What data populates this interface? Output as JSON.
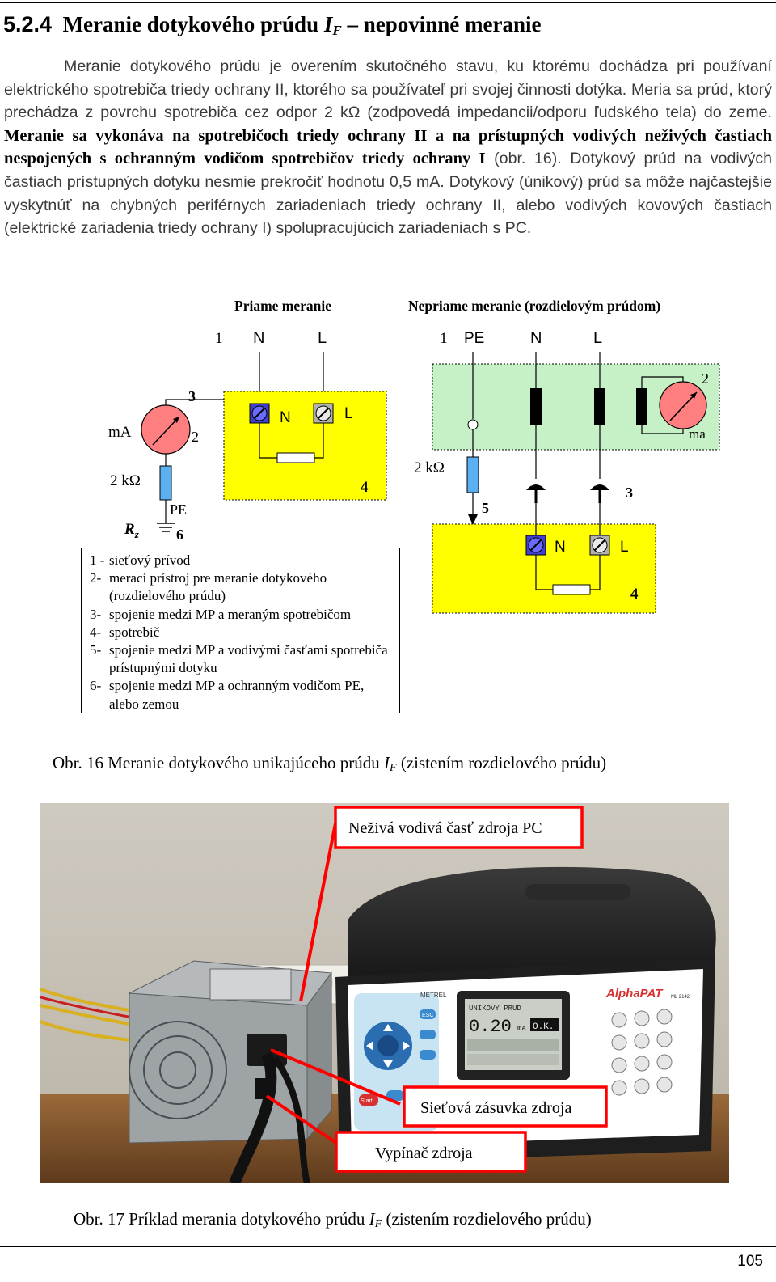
{
  "heading": {
    "number": "5.2.4",
    "text": "Meranie dotykového prúdu",
    "symbol": "I",
    "symbol_sub": "F",
    "tail": "– nepovinné meranie"
  },
  "paragraph": {
    "p1": "Meranie dotykového prúdu je overením skutočného stavu, ku ktorému dochádza pri používaní elektrického spotrebiča triedy ochrany II, ktorého sa používateľ pri svojej činnosti dotýka. Meria sa prúd, ktorý prechádza z povrchu spotrebiča cez odpor 2 kΩ (zodpovedá impedancii/odporu ľudského tela) do zeme. ",
    "bold": "Meranie sa vykonáva na spotrebičoch triedy ochrany II a na prístupných vodivých neživých častiach nespojených s ochranným vodičom spotrebičov triedy ochrany I",
    "p2": " (obr. 16). Dotykový prúd na vodivých častiach prístupných dotyku nesmie prekročiť hodnotu 0,5 mA. Dotykový (únikový) prúd sa môže najčastejšie vyskytnúť na chybných periférnych zariadeniach triedy ochrany II, alebo vodivých kovových častiach (elektrické zariadenia triedy ochrany I) spolupracujúcich zariadeniach s PC."
  },
  "diagram": {
    "title_direct": "Priame meranie",
    "title_indirect": "Nepriame meranie (rozdielovým prúdom)",
    "n": "N",
    "l": "L",
    "pe": "PE",
    "one": "1",
    "two": "2",
    "three": "3",
    "four": "4",
    "five": "5",
    "six": "6",
    "ma": "mA",
    "ma_lower": "ma",
    "resistance": "2 kΩ",
    "rz_main": "R",
    "rz_sub": "z"
  },
  "legend": [
    {
      "key": "1 -",
      "text": "sieťový prívod"
    },
    {
      "key": "2-",
      "text": "merací prístroj pre meranie dotykového (rozdielového prúdu)"
    },
    {
      "key": "3-",
      "text": "spojenie medzi MP a meraným spotrebičom"
    },
    {
      "key": "4-",
      "text": "spotrebič"
    },
    {
      "key": "5-",
      "text": "spojenie medzi MP a vodivými časťami spotrebiča prístupnými dotyku"
    },
    {
      "key": "6-",
      "text": "spojenie medzi MP a ochranným vodičom PE, alebo zemou"
    }
  ],
  "caption16": {
    "prefix": "Obr. 16  Meranie dotykového unikajúceho prúdu",
    "symbol": "I",
    "sub": "F",
    "suffix": "(zistením rozdielového prúdu)"
  },
  "photo": {
    "label_top": "Neživá vodivá časť zdroja PC",
    "label_socket": "Sieťová zásuvka zdroja",
    "label_switch": "Vypínač zdroja",
    "device_brand": "AlphaPAT",
    "device_model": "ML 2142",
    "maker": "METREL",
    "screen_line1": "UNIKOVY PRUD",
    "screen_value": "0.20",
    "screen_unit": "mA",
    "screen_status": "O.K.",
    "btn_start": "Start",
    "btn_esc": "ESC"
  },
  "caption17": {
    "prefix": "Obr. 17  Príklad merania dotykového prúdu",
    "symbol": "I",
    "sub": "F",
    "suffix": "(zistením rozdielového prúdu)"
  },
  "page_number": "105"
}
